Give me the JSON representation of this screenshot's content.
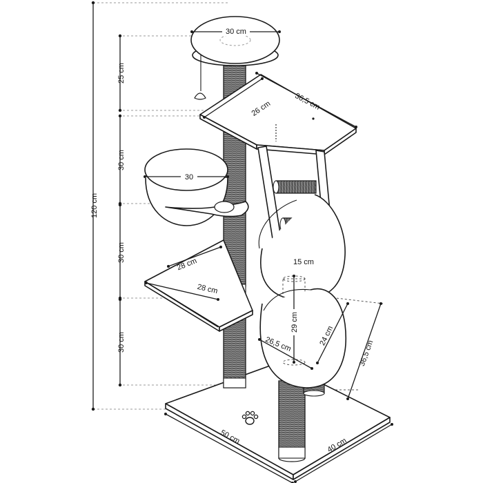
{
  "diagram": {
    "labels": {
      "total_height": "120 cm",
      "top_perch_diameter": "30 cm",
      "seg_top": "25 cm",
      "seg_upper": "30 cm",
      "seg_middle": "30 cm",
      "seg_lower": "30 cm",
      "platform_depth": "26 cm",
      "platform_width": "36,5 cm",
      "basket_diameter": "30",
      "shelf_depth": "28 cm",
      "shelf_width": "28 cm",
      "ladder_width": "15 cm",
      "tunnel_height": "29 cm",
      "cave_depth": "26,5 cm",
      "cave_inner": "24 cm",
      "cave_length": "36,5 cm",
      "base_length": "50 cm",
      "base_width": "40 cm"
    },
    "icons": [
      "paw-print-icon"
    ]
  }
}
